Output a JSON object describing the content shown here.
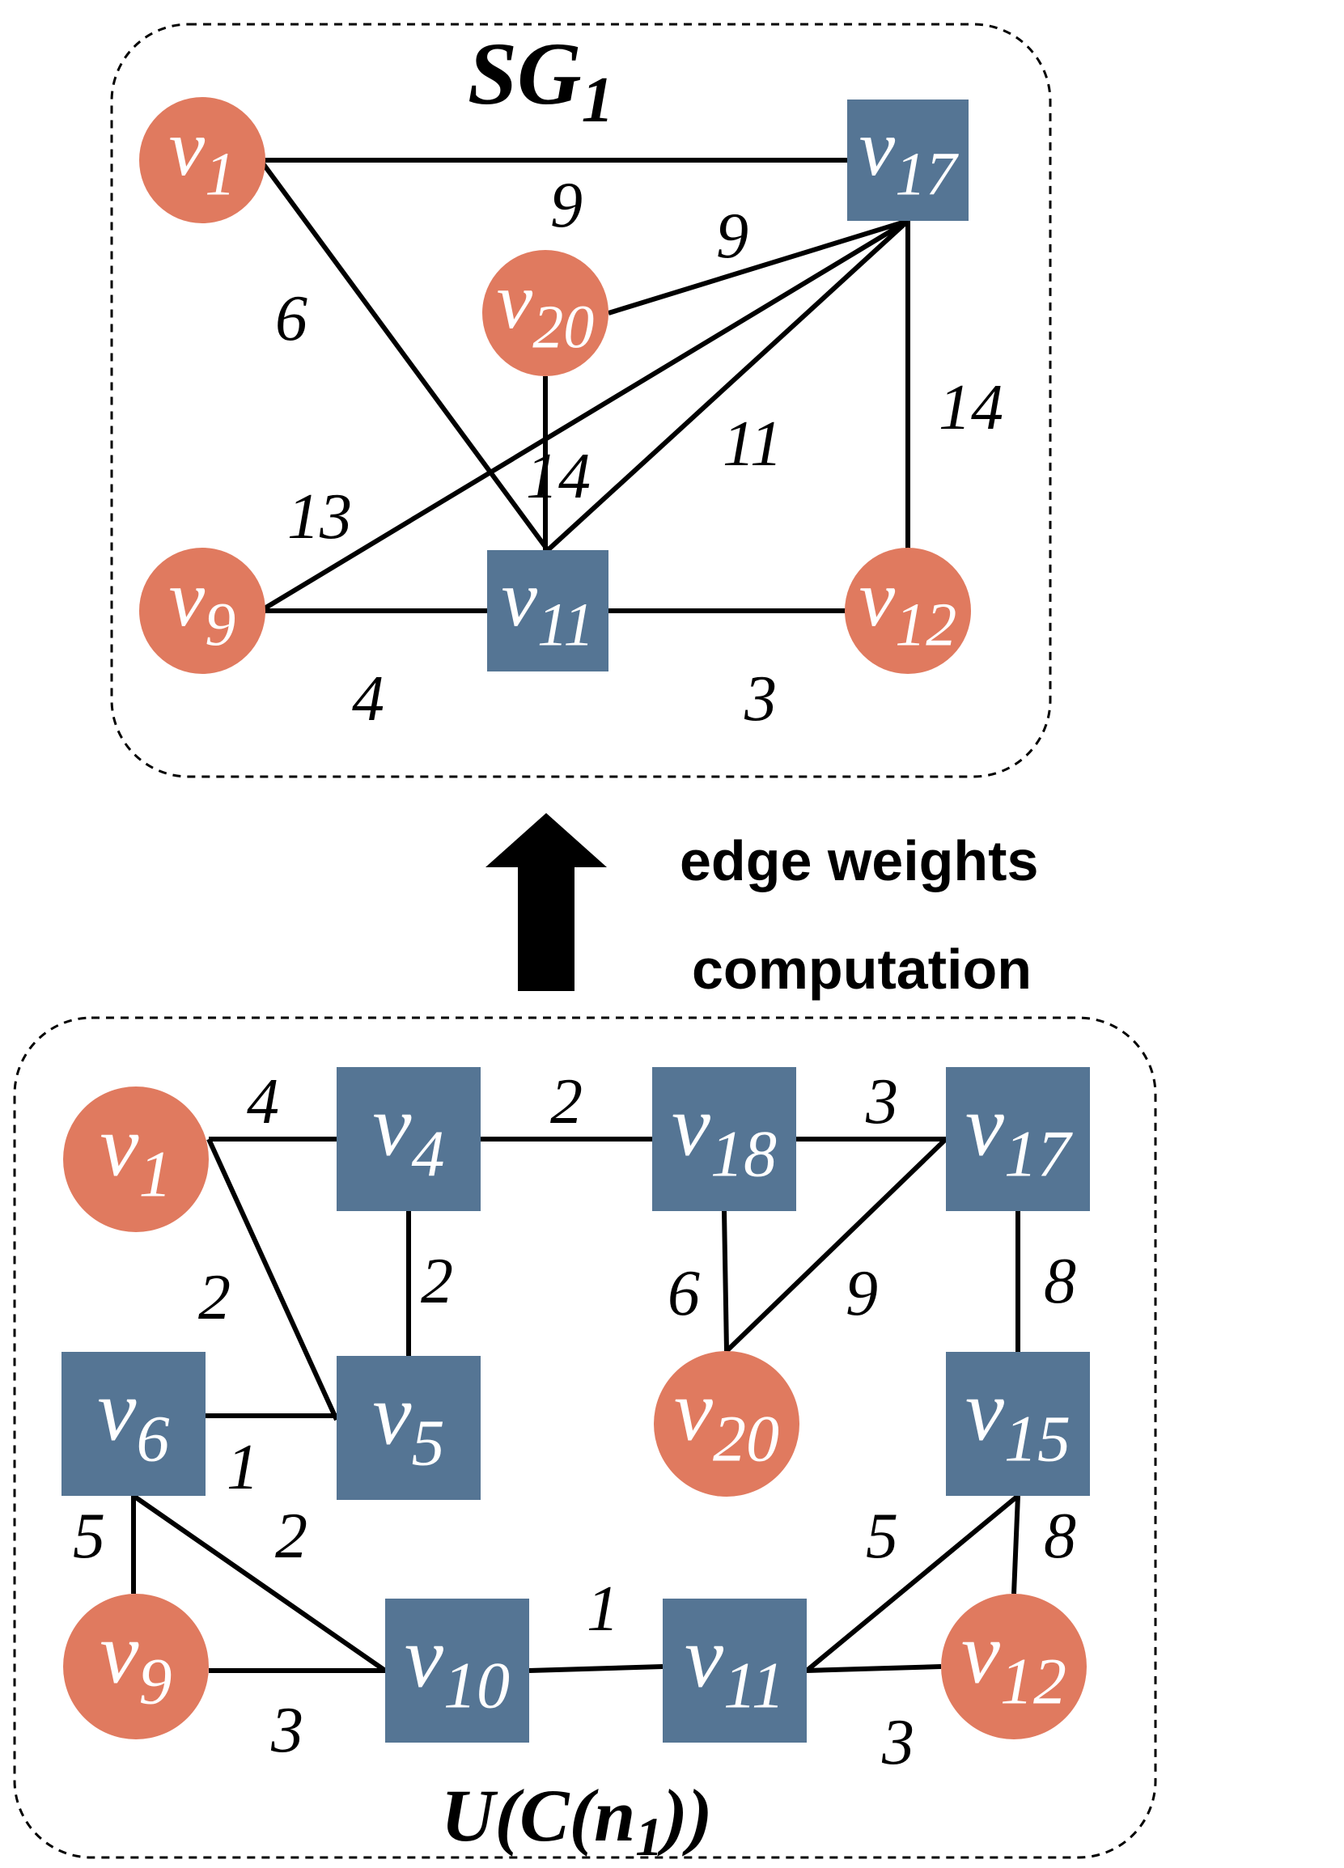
{
  "colors": {
    "circle_node": "#E07A5F",
    "square_node": "#557594",
    "edge": "#000000",
    "label": "#ffffff"
  },
  "top_graph": {
    "title_main": "SG",
    "title_sub": "1",
    "nodes": [
      {
        "id": "v1",
        "base": "v",
        "sub": "1",
        "shape": "circle"
      },
      {
        "id": "v17",
        "base": "v",
        "sub": "17",
        "shape": "square"
      },
      {
        "id": "v20",
        "base": "v",
        "sub": "20",
        "shape": "circle"
      },
      {
        "id": "v9",
        "base": "v",
        "sub": "9",
        "shape": "circle"
      },
      {
        "id": "v11",
        "base": "v",
        "sub": "11",
        "shape": "square"
      },
      {
        "id": "v12",
        "base": "v",
        "sub": "12",
        "shape": "circle"
      }
    ],
    "edges": [
      {
        "from": "v1",
        "to": "v17",
        "weight": "9"
      },
      {
        "from": "v1",
        "to": "v11",
        "weight": "6"
      },
      {
        "from": "v20",
        "to": "v17",
        "weight": "9"
      },
      {
        "from": "v20",
        "to": "v11",
        "weight": "14"
      },
      {
        "from": "v11",
        "to": "v17",
        "weight": "11"
      },
      {
        "from": "v9",
        "to": "v17",
        "weight": "13"
      },
      {
        "from": "v17",
        "to": "v12",
        "weight": "14"
      },
      {
        "from": "v9",
        "to": "v11",
        "weight": "4"
      },
      {
        "from": "v11",
        "to": "v12",
        "weight": "3"
      }
    ]
  },
  "arrow_caption": {
    "line1": "edge weights",
    "line2": "computation"
  },
  "bottom_graph": {
    "title": "U(C(n",
    "title_sub": "1",
    "title_end": "))",
    "nodes": [
      {
        "id": "v1",
        "base": "v",
        "sub": "1",
        "shape": "circle"
      },
      {
        "id": "v4",
        "base": "v",
        "sub": "4",
        "shape": "square"
      },
      {
        "id": "v18",
        "base": "v",
        "sub": "18",
        "shape": "square"
      },
      {
        "id": "v17",
        "base": "v",
        "sub": "17",
        "shape": "square"
      },
      {
        "id": "v6",
        "base": "v",
        "sub": "6",
        "shape": "square"
      },
      {
        "id": "v5",
        "base": "v",
        "sub": "5",
        "shape": "square"
      },
      {
        "id": "v20",
        "base": "v",
        "sub": "20",
        "shape": "circle"
      },
      {
        "id": "v15",
        "base": "v",
        "sub": "15",
        "shape": "square"
      },
      {
        "id": "v9",
        "base": "v",
        "sub": "9",
        "shape": "circle"
      },
      {
        "id": "v10",
        "base": "v",
        "sub": "10",
        "shape": "square"
      },
      {
        "id": "v11",
        "base": "v",
        "sub": "11",
        "shape": "square"
      },
      {
        "id": "v12",
        "base": "v",
        "sub": "12",
        "shape": "circle"
      }
    ],
    "edges": [
      {
        "from": "v1",
        "to": "v4",
        "weight": "4"
      },
      {
        "from": "v4",
        "to": "v18",
        "weight": "2"
      },
      {
        "from": "v18",
        "to": "v17",
        "weight": "3"
      },
      {
        "from": "v1",
        "to": "v5",
        "weight": "2"
      },
      {
        "from": "v4",
        "to": "v5",
        "weight": "2"
      },
      {
        "from": "v18",
        "to": "v20",
        "weight": "6"
      },
      {
        "from": "v17",
        "to": "v20",
        "weight": "9"
      },
      {
        "from": "v17",
        "to": "v15",
        "weight": "8"
      },
      {
        "from": "v6",
        "to": "v5",
        "weight": "1"
      },
      {
        "from": "v6",
        "to": "v9",
        "weight": "5"
      },
      {
        "from": "v6",
        "to": "v10",
        "weight": "2"
      },
      {
        "from": "v9",
        "to": "v10",
        "weight": "3"
      },
      {
        "from": "v10",
        "to": "v11",
        "weight": "1"
      },
      {
        "from": "v15",
        "to": "v11",
        "weight": "5"
      },
      {
        "from": "v15",
        "to": "v12",
        "weight": "8"
      },
      {
        "from": "v11",
        "to": "v12",
        "weight": "3"
      }
    ]
  }
}
